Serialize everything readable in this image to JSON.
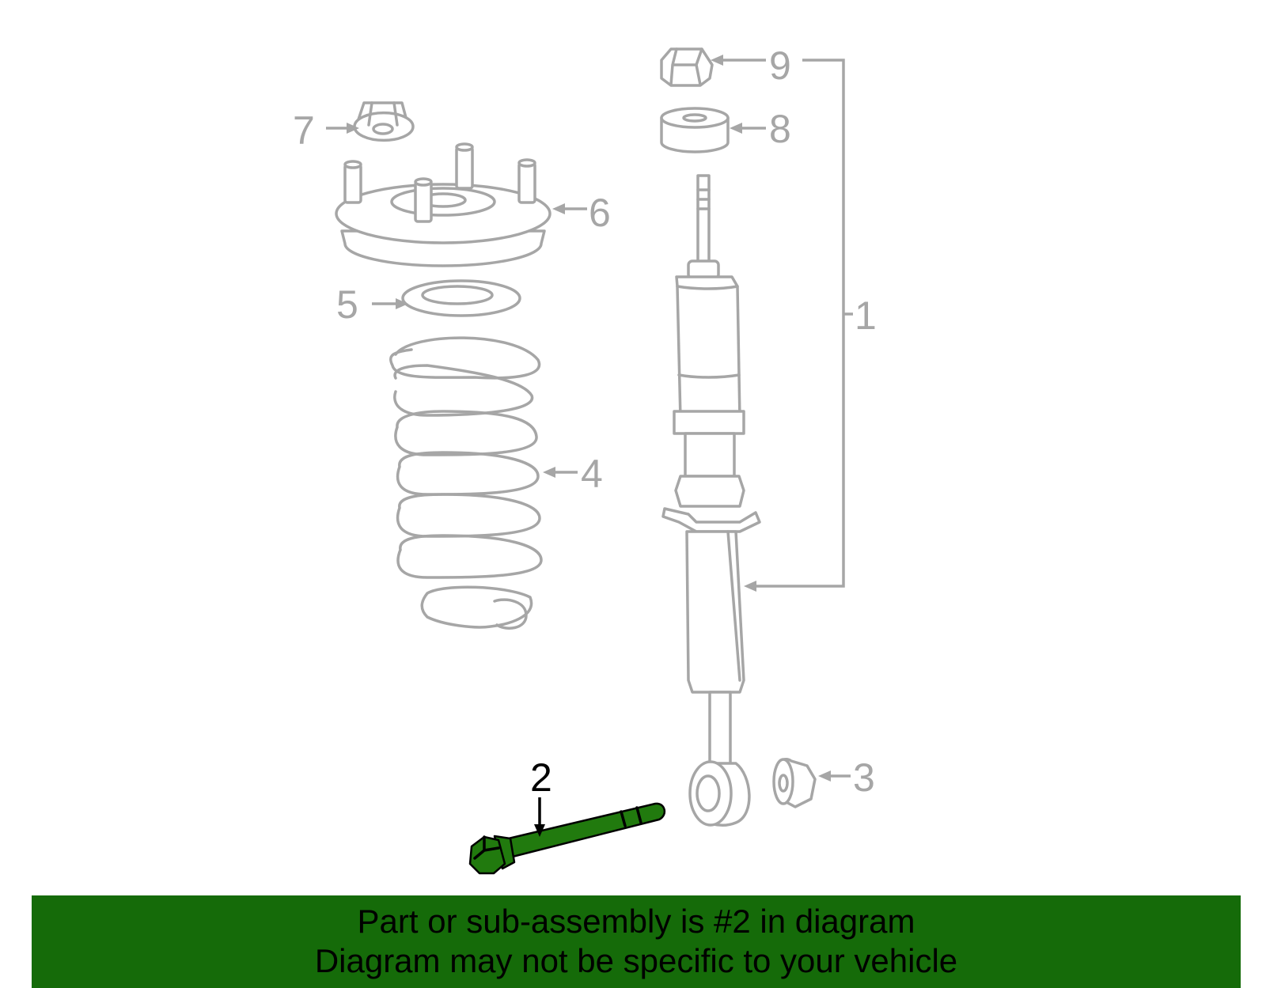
{
  "callouts": {
    "c1": "1",
    "c2": "2",
    "c3": "3",
    "c4": "4",
    "c5": "5",
    "c6": "6",
    "c7": "7",
    "c8": "8",
    "c9": "9"
  },
  "highlighted_part": "2",
  "colors": {
    "banner": "#156b09",
    "highlight": "#217a0e",
    "line": "#a6a6a6"
  },
  "banner": {
    "line1": "Part or sub-assembly is #2 in diagram",
    "line2": "Diagram may not be specific to your vehicle"
  }
}
